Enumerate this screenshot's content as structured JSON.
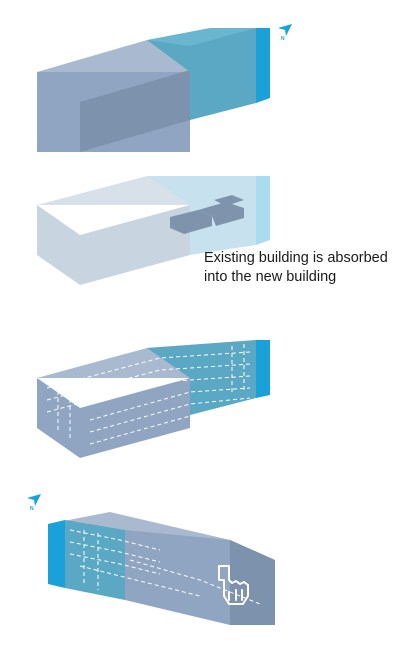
{
  "annotation": {
    "line1": "Existing building is absorbed",
    "line2": "into the new building"
  },
  "north_arrows": [
    {
      "label": "N",
      "icon": "north-arrow-icon"
    },
    {
      "label": "N",
      "icon": "north-arrow-icon"
    }
  ],
  "steps": [
    {
      "name": "massing"
    },
    {
      "name": "existing-building-absorbed"
    },
    {
      "name": "dashed-floor-plates"
    },
    {
      "name": "rotated-massing-with-hand-gesture"
    }
  ],
  "colors": {
    "main_face": "#8fa5c1",
    "main_face_dark": "#7d93ad",
    "main_top": "#a9bad0",
    "teal": "#5aa8c4",
    "teal_top": "#6ab5cf",
    "accent_blue": "#1aa1d9",
    "ghost": "#c9d4e1",
    "ghost_top": "#d8e1ea",
    "ghost_teal": "#c7e2ee",
    "ghost_accent": "#a9dcf1",
    "existing_building": "#7f94ac",
    "dash": "#ffffff",
    "text": "#1a1a1a"
  }
}
